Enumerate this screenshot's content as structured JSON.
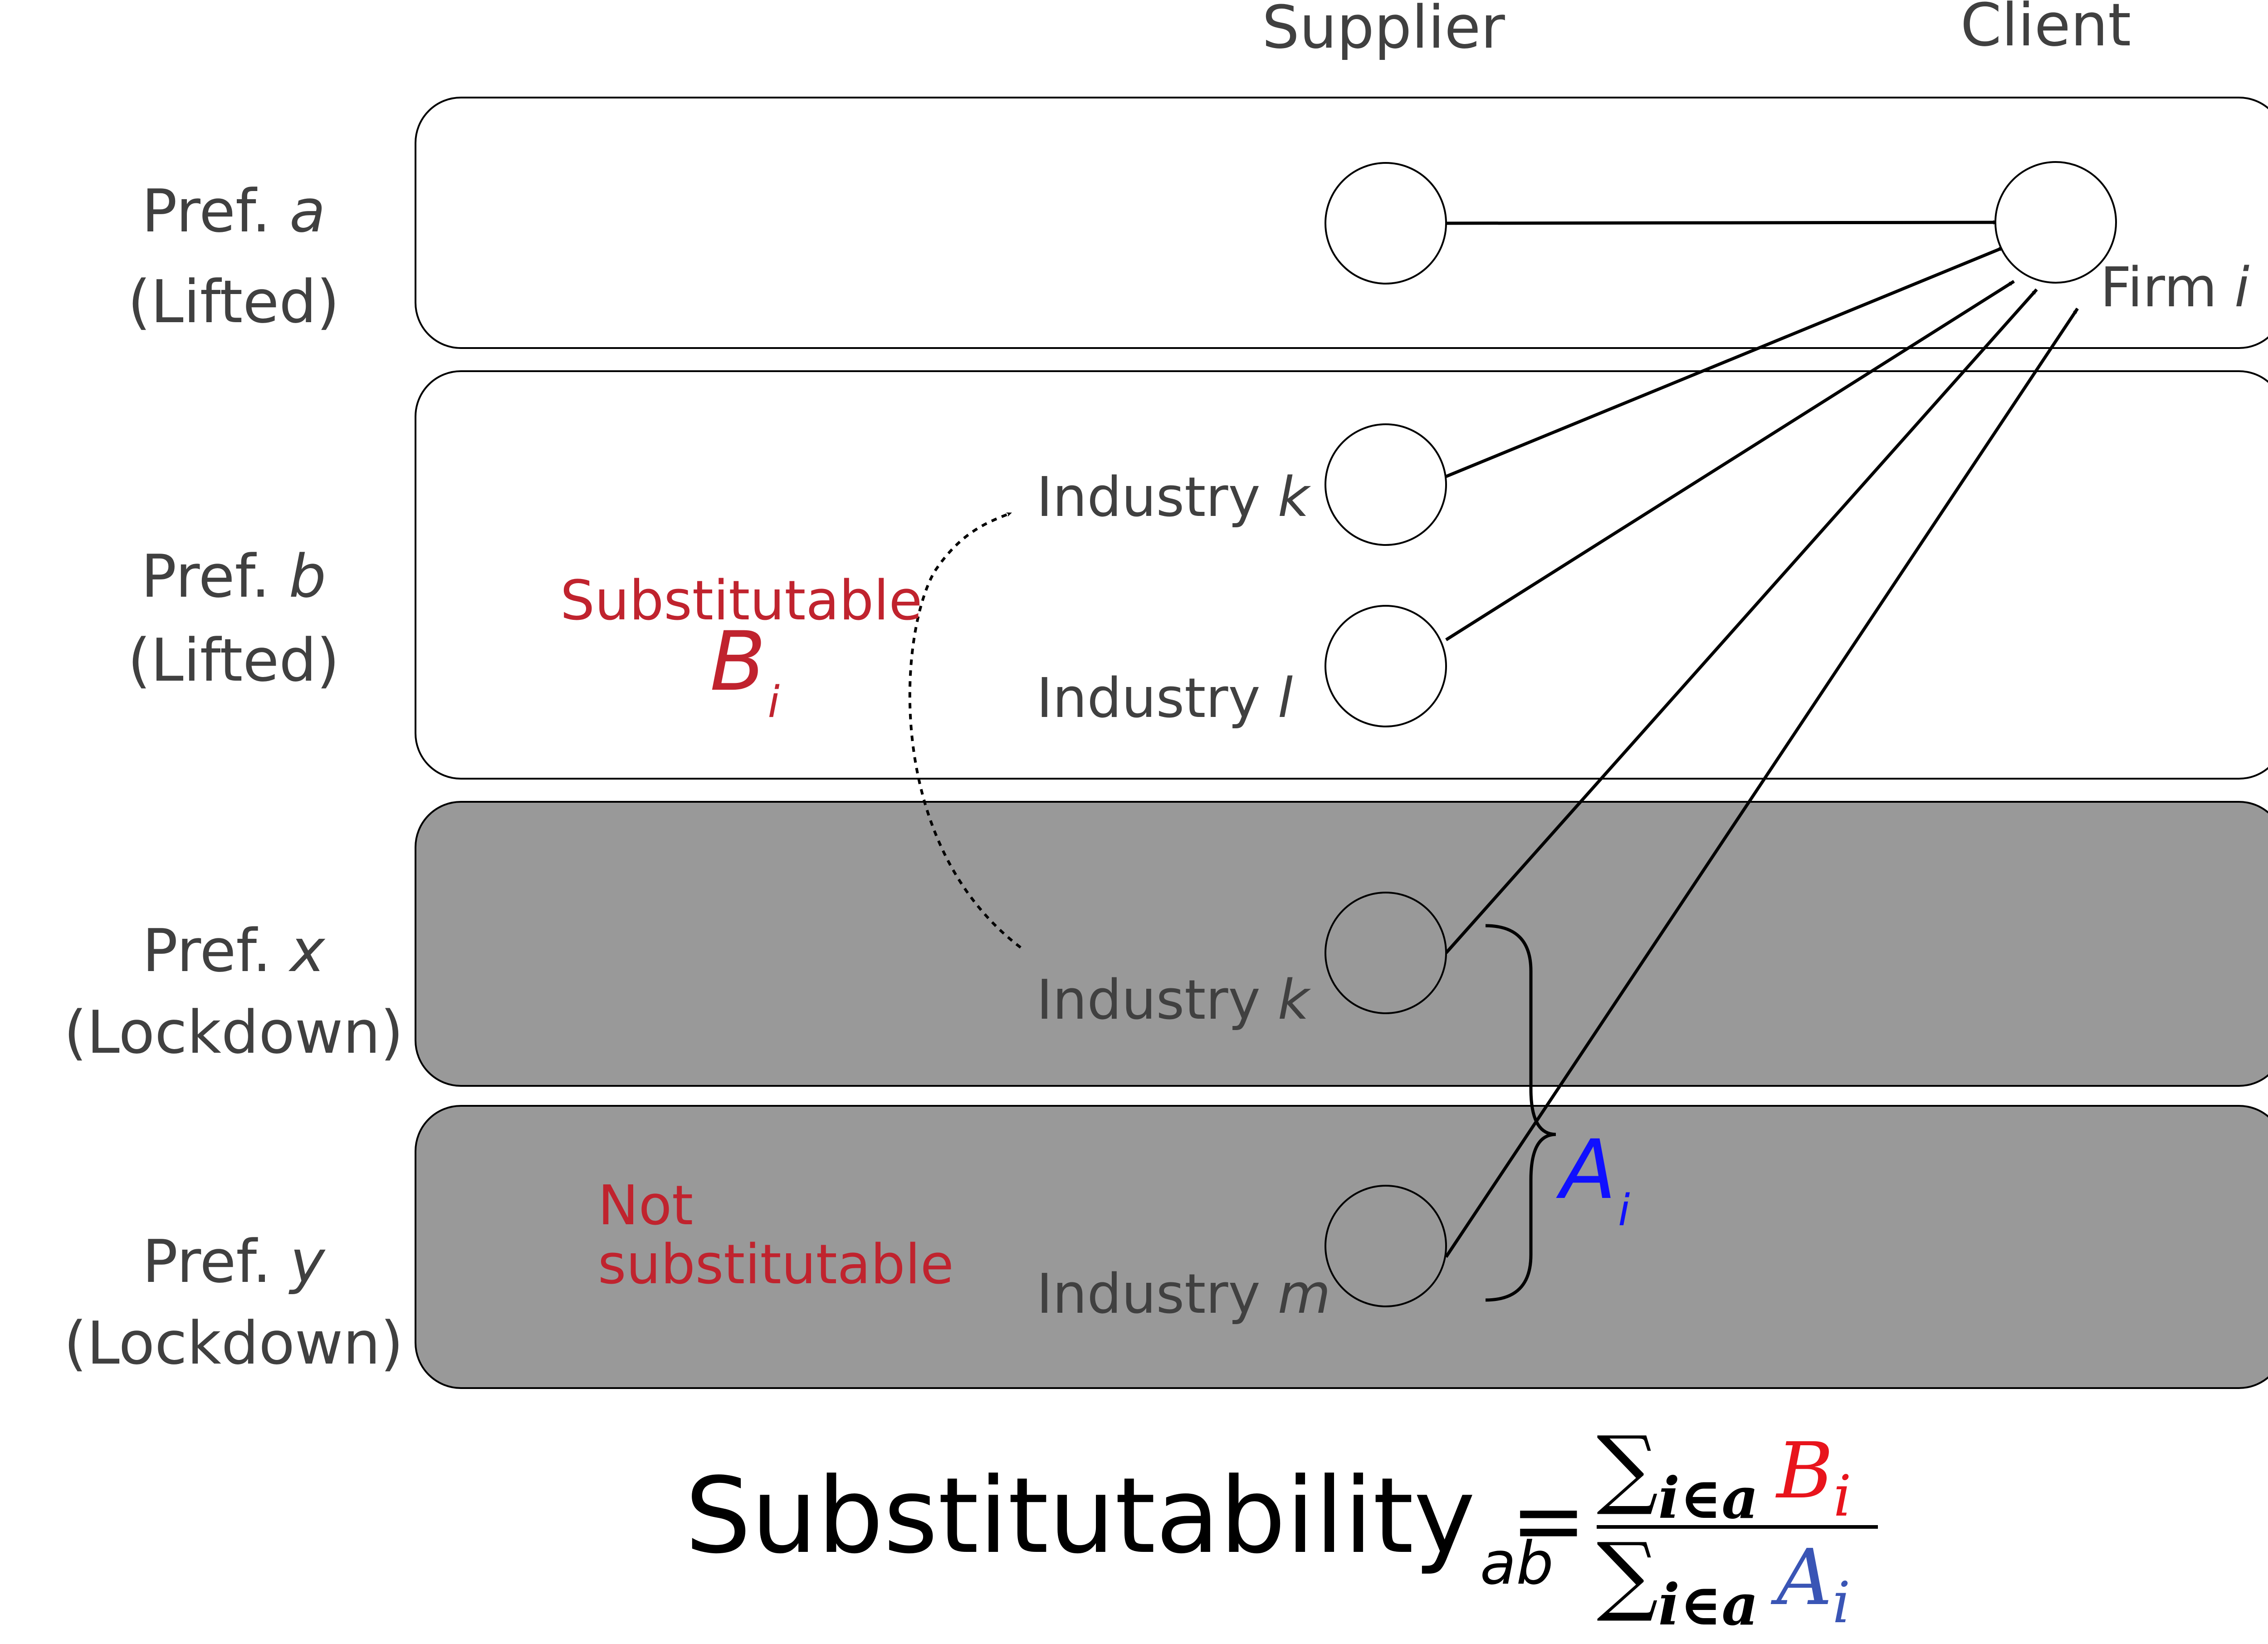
{
  "columns": {
    "supplier": "Supplier",
    "client": "Client"
  },
  "prefectures": [
    {
      "prefix": "Pref. ",
      "var": "a",
      "status": "(Lifted)"
    },
    {
      "prefix": "Pref. ",
      "var": "b",
      "status": "(Lifted)"
    },
    {
      "prefix": "Pref. ",
      "var": "x",
      "status": "(Lockdown)"
    },
    {
      "prefix": "Pref. ",
      "var": "y",
      "status": "(Lockdown)"
    }
  ],
  "firm": {
    "prefix": "Firm ",
    "var": "i"
  },
  "industries": [
    {
      "prefix": "Industry ",
      "var": "k"
    },
    {
      "prefix": "Industry ",
      "var": "l"
    },
    {
      "prefix": "Industry ",
      "var": "k"
    },
    {
      "prefix": "Industry ",
      "var": "m"
    }
  ],
  "substitutable": {
    "label": "Substitutable",
    "symbol": "B",
    "subscript": "i"
  },
  "not_substitutable": {
    "line1": "Not",
    "line2": "substitutable"
  },
  "A_set": {
    "symbol": "A",
    "subscript": "i"
  },
  "formula": {
    "name": "Substitutability",
    "subscript": "ab",
    "equals": "=",
    "sum_symbol": "∑",
    "sum_index": "i∈a",
    "numerator_term": "B",
    "denominator_term": "A",
    "term_subscript": "i"
  },
  "colors": {
    "lifted_fill": "#ffffff",
    "lockdown_fill": "#999999",
    "text": "#404040",
    "red": "#c0232e",
    "blue": "#1010ff",
    "formula_red": "#e8141c",
    "formula_blue": "#3a55b5"
  }
}
